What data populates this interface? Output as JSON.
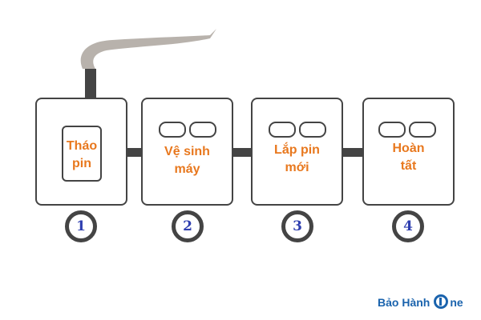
{
  "colors": {
    "outline": "#444444",
    "label": "#e8781e",
    "number": "#2f3fb0",
    "smoke": "#b8b2ac",
    "brand": "#1a63ad"
  },
  "steps": [
    {
      "number": "1",
      "line1": "Tháo",
      "line2": "pin"
    },
    {
      "number": "2",
      "line1": "Vệ sinh",
      "line2": "máy"
    },
    {
      "number": "3",
      "line1": "Lắp pin",
      "line2": "mới"
    },
    {
      "number": "4",
      "line1": "Hoàn",
      "line2": "tất"
    }
  ],
  "brand": {
    "before": "Bảo Hành",
    "after": "ne"
  }
}
